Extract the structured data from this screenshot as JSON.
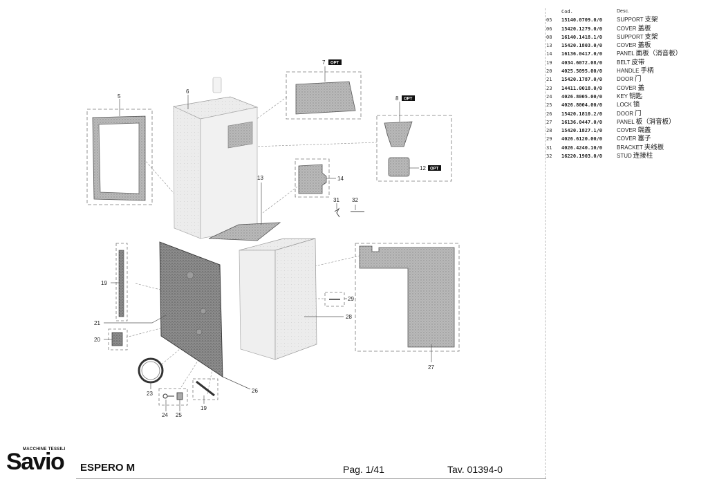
{
  "parts_list": {
    "header": {
      "code": "Cod.",
      "desc": "Desc."
    },
    "items": [
      {
        "pos": "05",
        "code": "15140.0709.0/0",
        "desc": "SUPPORT",
        "cn": "支架"
      },
      {
        "pos": "06",
        "code": "15420.1279.0/0",
        "desc": "COVER",
        "cn": "盖板"
      },
      {
        "pos": "08",
        "code": "16140.1418.1/0",
        "desc": "SUPPORT",
        "cn": "支架"
      },
      {
        "pos": "13",
        "code": "15420.1803.0/0",
        "desc": "COVER",
        "cn": "盖板"
      },
      {
        "pos": "14",
        "code": "16136.0417.0/0",
        "desc": "PANEL",
        "cn": "面板（消音板）"
      },
      {
        "pos": "19",
        "code": "4034.6072.08/0",
        "desc": "BELT",
        "cn": "皮带"
      },
      {
        "pos": "20",
        "code": "4025.5095.00/0",
        "desc": "HANDLE",
        "cn": "手柄"
      },
      {
        "pos": "21",
        "code": "15420.1787.0/0",
        "desc": "DOOR",
        "cn": "门"
      },
      {
        "pos": "23",
        "code": "14411.0018.0/0",
        "desc": "COVER",
        "cn": "盖"
      },
      {
        "pos": "24",
        "code": "4026.8005.00/0",
        "desc": "KEY",
        "cn": "钥匙"
      },
      {
        "pos": "25",
        "code": "4026.8004.00/0",
        "desc": "LOCK",
        "cn": "锁"
      },
      {
        "pos": "26",
        "code": "15420.1810.2/0",
        "desc": "DOOR",
        "cn": "门"
      },
      {
        "pos": "27",
        "code": "16136.0447.0/0",
        "desc": "PANEL",
        "cn": "板（消音板）"
      },
      {
        "pos": "28",
        "code": "15420.1827.1/0",
        "desc": "COVER",
        "cn": "端盖"
      },
      {
        "pos": "29",
        "code": "4026.6120.00/0",
        "desc": "COVER",
        "cn": "塞子"
      },
      {
        "pos": "31",
        "code": "4026.4240.10/0",
        "desc": "BRACKET",
        "cn": "夹线板"
      },
      {
        "pos": "32",
        "code": "16220.1903.0/0",
        "desc": "STUD",
        "cn": "连接柱"
      }
    ]
  },
  "callouts": {
    "c5": "5",
    "c6": "6",
    "c7": "7",
    "c8": "8",
    "c12": "12",
    "c13": "13",
    "c14": "14",
    "c19a": "19",
    "c19b": "19",
    "c20": "20",
    "c21": "21",
    "c23": "23",
    "c24": "24",
    "c25": "25",
    "c26": "26",
    "c27": "27",
    "c28": "28",
    "c29": "29",
    "c31": "31",
    "c32": "32"
  },
  "opt_badge": "OPT",
  "footer": {
    "brand_small": "MACCHINE TESSILI",
    "brand": "Savio",
    "model": "ESPERO M",
    "page": "Pag. 1/41",
    "table_no": "Tav. 01394-0"
  },
  "colors": {
    "line": "#444444",
    "fill_light": "#e6e6e6",
    "fill_mid": "#b4b4b4",
    "fill_dark": "#7c7c7c",
    "badge": "#111111"
  }
}
